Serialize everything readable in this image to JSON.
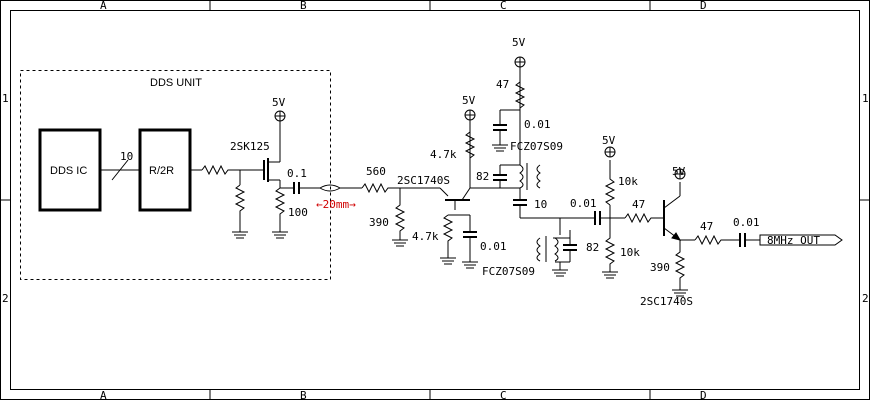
{
  "frame": {
    "cols": [
      "A",
      "B",
      "C",
      "D"
    ],
    "rows": [
      "1",
      "2"
    ]
  },
  "dds_unit": {
    "title": "DDS UNIT",
    "dds_ic_label": "DDS IC",
    "r2r_label": "R/2R",
    "bus_width": "10"
  },
  "parts": {
    "fet_name": "2SK125",
    "tr1_name": "2SC1740S",
    "tr2_name": "2SC1740S",
    "coil1_name": "FCZ07S09",
    "coil2_name": "FCZ07S09",
    "supply": "5V",
    "r_100": "100",
    "c_01a": "0.1",
    "r_560": "560",
    "r_390a": "390",
    "r_47k_top": "4.7k",
    "r_47k_bot": "4.7k",
    "c_001_bot": "0.01",
    "r_47_top": "47",
    "c_001_top": "0.01",
    "c_82a": "82",
    "c_10": "10",
    "c_82b": "82",
    "c_001_mid": "0.01",
    "r_10k_top": "10k",
    "r_10k_bot": "10k",
    "r_47_base": "47",
    "r_47_out": "47",
    "r_390b": "390",
    "c_001_out": "0.01"
  },
  "cable_note": "←20mm→",
  "output_label": "8MHz OUT"
}
